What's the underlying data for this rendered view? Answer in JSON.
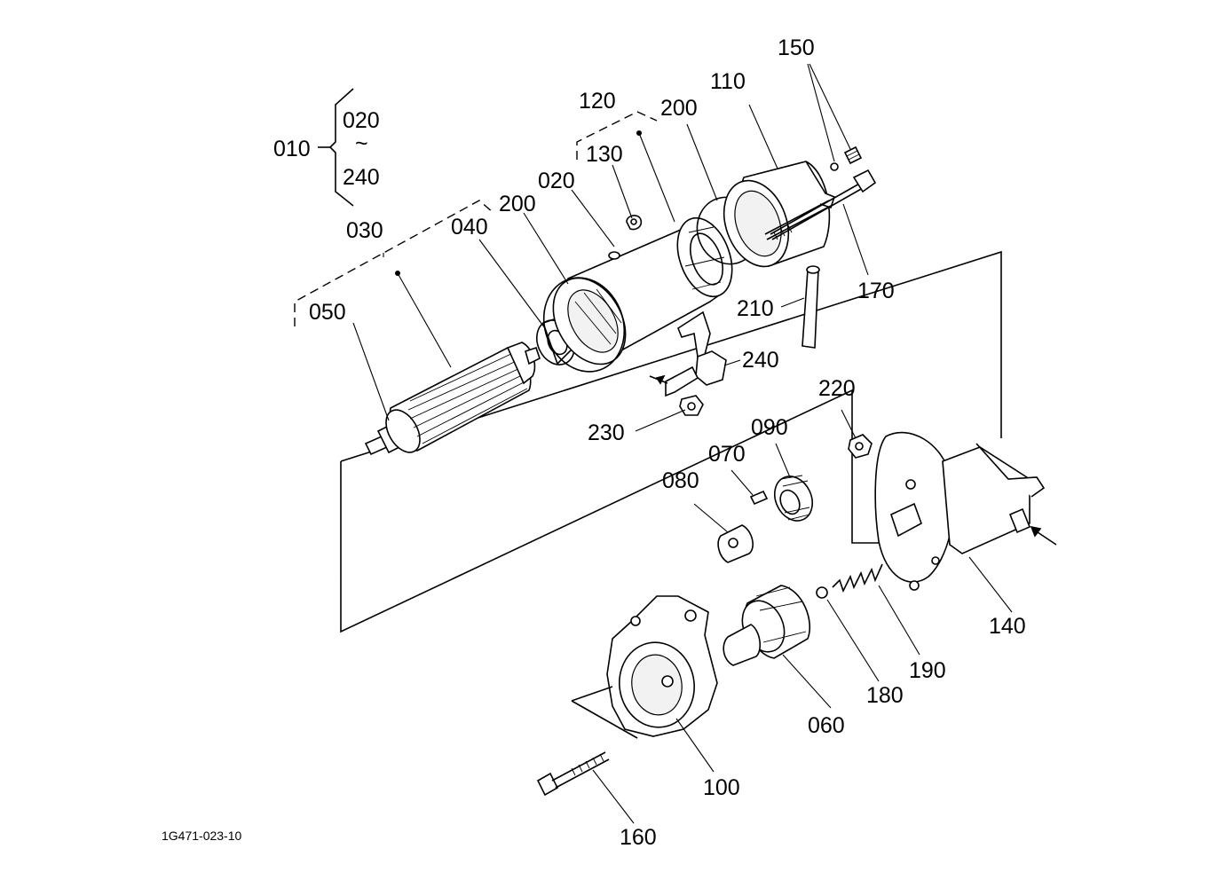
{
  "diagram": {
    "drawing_id": "1G471-023-10",
    "assembly": {
      "label": "010",
      "range_start": "020",
      "range_symbol": "~",
      "range_end": "240"
    },
    "labels": {
      "p020": "020",
      "p030": "030",
      "p040": "040",
      "p050": "050",
      "p060": "060",
      "p070": "070",
      "p080": "080",
      "p090": "090",
      "p100": "100",
      "p110": "110",
      "p120": "120",
      "p130": "130",
      "p140": "140",
      "p150": "150",
      "p160": "160",
      "p170": "170",
      "p180": "180",
      "p190": "190",
      "p200a": "200",
      "p200b": "200",
      "p210": "210",
      "p220": "220",
      "p230": "230",
      "p240": "240"
    }
  }
}
